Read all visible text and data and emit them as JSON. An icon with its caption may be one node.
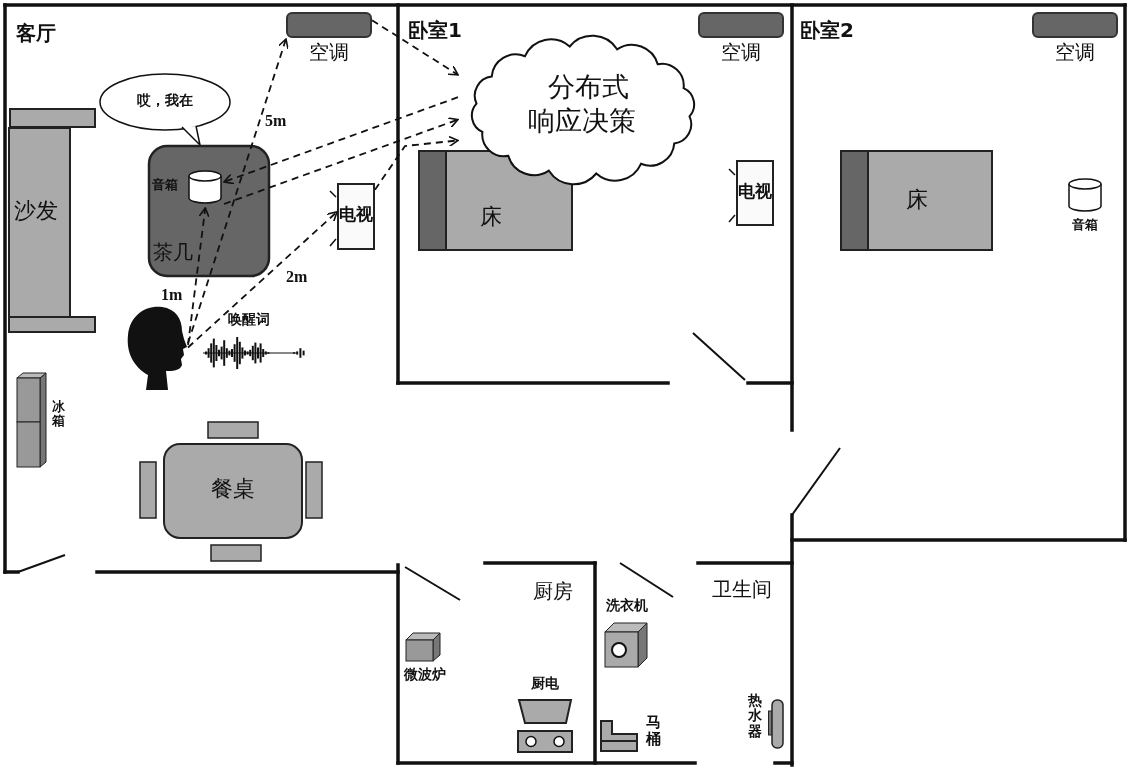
{
  "diagram": {
    "nodes": [
      {
        "text": [
          "空调"
        ]
      },
      {
        "text": [
          "空调"
        ]
      },
      {
        "text": [
          "空调"
        ]
      },
      {
        "text": [
          "分布式响应决策"
        ]
      },
      {
        "text": [
          "哎，我在"
        ]
      },
      {
        "text": [
          "茶几"
        ]
      },
      {
        "text": [
          "音箱"
        ],
        "in": 5
      },
      {
        "text": [
          "电视"
        ]
      },
      {
        "text": [
          "床"
        ]
      },
      {
        "text": [
          "电视"
        ]
      },
      {
        "text": [
          "床"
        ]
      },
      {
        "text": [
          "音箱"
        ]
      },
      {
        "text": [
          "沙发"
        ]
      },
      {
        "text": [],
        "shape": "person"
      },
      {
        "text": [
          "冰箱"
        ]
      },
      {
        "text": [
          "餐桌"
        ]
      },
      {
        "text": [
          "微波炉"
        ]
      },
      {
        "text": [
          "厨电"
        ]
      },
      {
        "text": [
          "洗衣机"
        ]
      },
      {
        "text": [
          "马桶"
        ]
      },
      {
        "text": [
          "热水器"
        ]
      }
    ],
    "edges": [
      {
        "from": 13,
        "to": 6,
        "arrow": "to",
        "label": "1m",
        "style": "dashed"
      },
      {
        "from": 13,
        "to": 0,
        "arrow": "to",
        "label": "5m",
        "style": "dashed"
      },
      {
        "from": 13,
        "to": 7,
        "arrow": "to",
        "label": "2m",
        "style": "dashed"
      },
      {
        "from": 6,
        "to": 3,
        "arrow": "to",
        "style": "dashed"
      },
      {
        "from": 3,
        "to": 6,
        "arrow": "to",
        "style": "dashed"
      },
      {
        "from": 0,
        "to": 3,
        "arrow": "to",
        "style": "dashed"
      },
      {
        "from": 7,
        "to": 3,
        "arrow": "to",
        "style": "dashed"
      }
    ],
    "labels": [
      "客厅",
      "卧室1",
      "卧室2",
      "唤醒词",
      "厨房",
      "卫生间"
    ]
  }
}
